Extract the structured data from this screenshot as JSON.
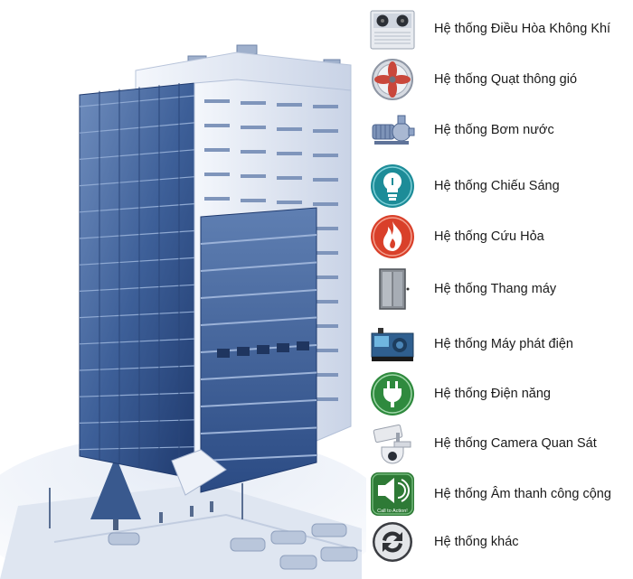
{
  "systems": [
    {
      "label": "Hệ thống Điều Hòa Không Khí",
      "icon": "air-conditioner-icon"
    },
    {
      "label": "Hệ thống Quạt thông gió",
      "icon": "ventilation-fan-icon"
    },
    {
      "label": "Hệ thống Bơm nước",
      "icon": "water-pump-icon"
    },
    {
      "label": "Hệ thống Chiếu Sáng",
      "icon": "lightbulb-icon"
    },
    {
      "label": "Hệ thống Cứu Hỏa",
      "icon": "fire-icon"
    },
    {
      "label": "Hệ thống Thang máy",
      "icon": "elevator-icon"
    },
    {
      "label": "Hệ thống Máy phát điện",
      "icon": "generator-icon"
    },
    {
      "label": "Hệ thống Điện năng",
      "icon": "power-plug-icon"
    },
    {
      "label": "Hệ thống Camera Quan Sát",
      "icon": "security-camera-icon"
    },
    {
      "label": "Hệ thống Âm thanh công cộng",
      "icon": "speaker-icon"
    },
    {
      "label": "Hệ thống khác",
      "icon": "refresh-icon"
    }
  ],
  "speaker_icon_caption": "Call to Action!",
  "colors": {
    "building_dark": "#2e4f86",
    "building_light": "#e7ecf5",
    "lightbulb_bg": "#1d8c98",
    "fire_bg": "#d9402a",
    "power_bg": "#2f8a3e",
    "speaker_bg": "#2e7a36"
  }
}
